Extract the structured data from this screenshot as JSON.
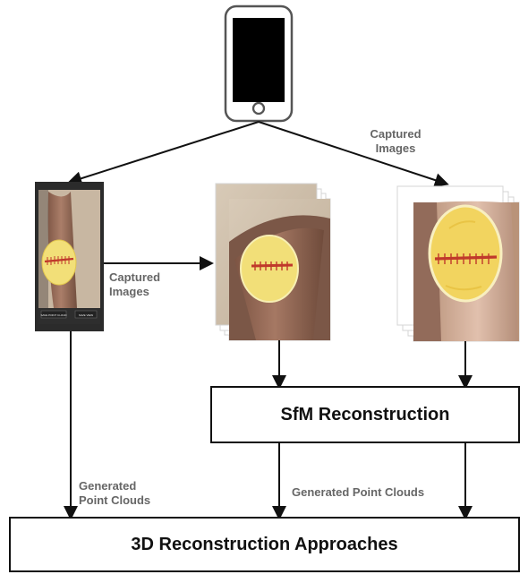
{
  "diagram": {
    "labels": {
      "captured_top_line1": "Captured",
      "captured_top_line2": "Images",
      "captured_mid_line1": "Captured",
      "captured_mid_line2": "Images",
      "generated_left_line1": "Generated",
      "generated_left_line2": "Point Clouds",
      "generated_right": "Generated Point Clouds"
    },
    "boxes": {
      "sfm": "SfM Reconstruction",
      "recon": "3D Reconstruction Approaches"
    },
    "phone_preview": {
      "button_left": "SAVE POINT CLOUD",
      "button_right": "SAVE VIEW"
    },
    "icons": {
      "phone": "smartphone-icon"
    },
    "colors": {
      "stroke": "#111111",
      "label_gray": "#666666",
      "phone_screen": "#000000",
      "wound_pad": "#f2df78",
      "wound_stitch": "#c0392b",
      "skin_tone": "#9a6c59",
      "background_stack": "#d2c4b2"
    }
  }
}
